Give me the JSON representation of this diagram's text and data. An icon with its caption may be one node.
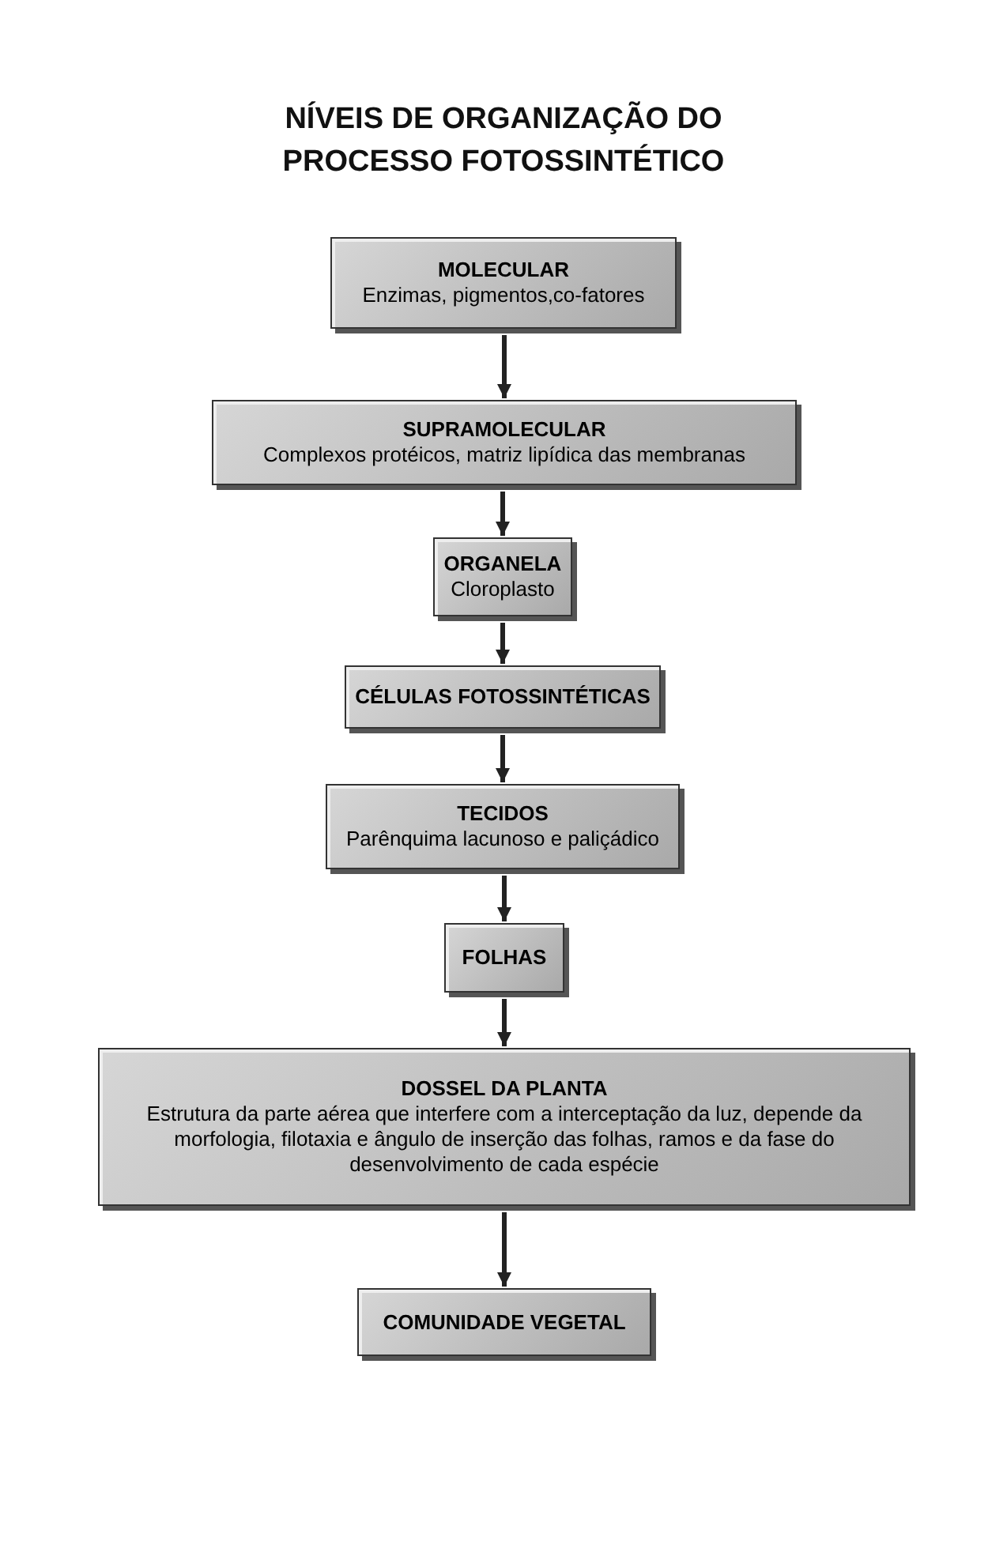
{
  "diagram": {
    "title": "NÍVEIS DE ORGANIZAÇÃO DO PROCESSO FOTOSSINTÉTICO",
    "nodes": [
      {
        "text": [
          "MOLECULAR",
          "Enzimas, pigmentos,co-fatores"
        ]
      },
      {
        "text": [
          "SUPRAMOLECULAR",
          "Complexos protéicos, matriz lipídica das membranas"
        ]
      },
      {
        "text": [
          "ORGANELA",
          "Cloroplasto"
        ]
      },
      {
        "text": [
          "CÉLULAS FOTOSSINTÉTICAS"
        ]
      },
      {
        "text": [
          "TECIDOS",
          "Parênquima lacunoso e paliçádico"
        ]
      },
      {
        "text": [
          "FOLHAS"
        ]
      },
      {
        "text": [
          "DOSSEL DA PLANTA",
          "Estrutura da parte aérea que interfere com a interceptação da luz, depende da morfologia, filotaxia e ângulo de inserção das folhas, ramos e da fase do desenvolvimento de cada espécie"
        ]
      },
      {
        "text": [
          "COMUNIDADE VEGETAL"
        ]
      }
    ],
    "edges": [
      {
        "from": 0,
        "to": 1,
        "arrow": "to"
      },
      {
        "from": 1,
        "to": 2,
        "arrow": "to"
      },
      {
        "from": 2,
        "to": 3,
        "arrow": "to"
      },
      {
        "from": 3,
        "to": 4,
        "arrow": "to"
      },
      {
        "from": 4,
        "to": 5,
        "arrow": "to"
      },
      {
        "from": 5,
        "to": 6,
        "arrow": "to"
      },
      {
        "from": 6,
        "to": 7,
        "arrow": "to"
      }
    ]
  }
}
